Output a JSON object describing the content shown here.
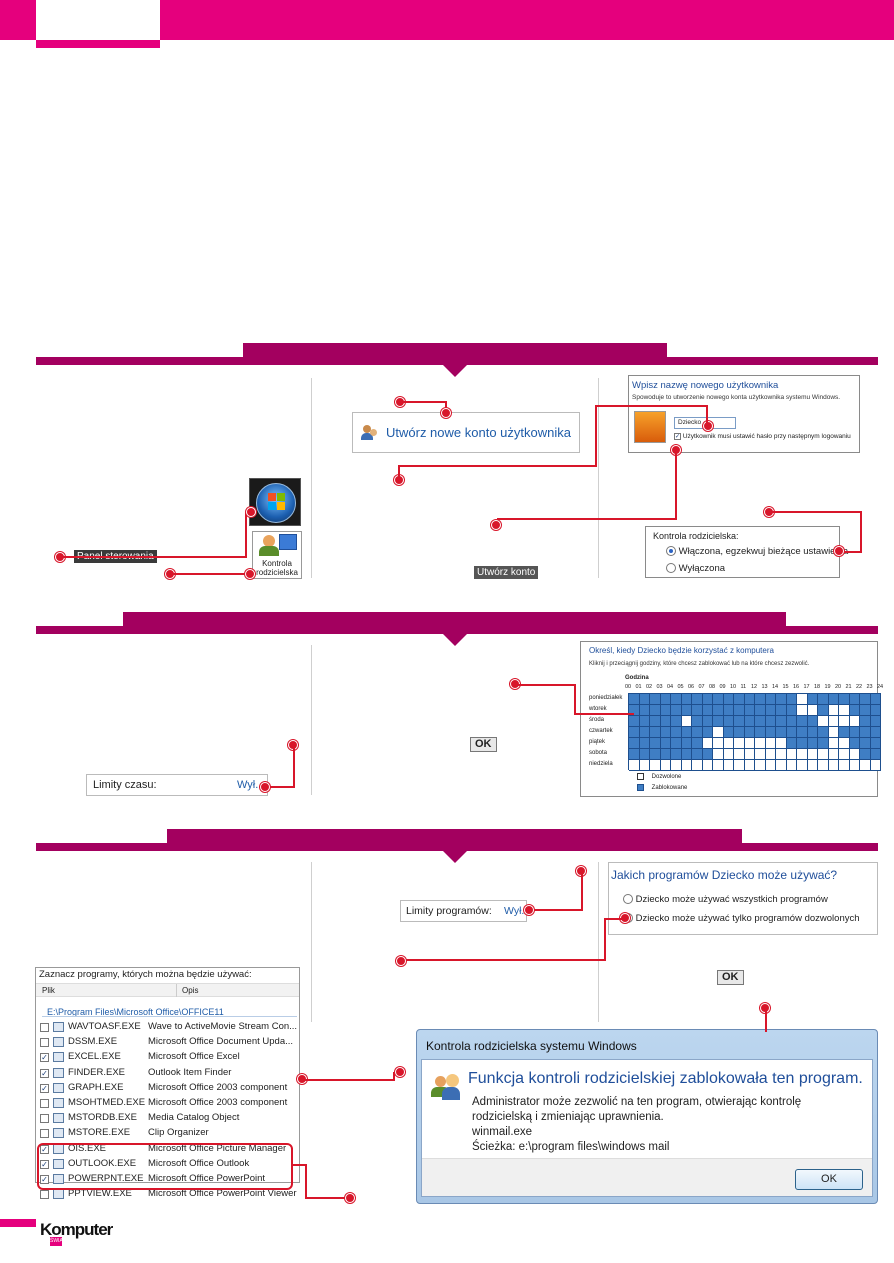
{
  "colors": {
    "magenta": "#e5007d",
    "section_band": "#a3005f",
    "callout_red": "#d8162a",
    "win_blue": "#2e6fb6"
  },
  "section1": {
    "control_panel_label": "Panel sterowania",
    "parental_icon_label_1": "Kontrola",
    "parental_icon_label_2": "rodzicielska",
    "create_account_link": "Utwórz nowe konto użytkownika",
    "new_user_title": "Wpisz nazwę nowego użytkownika",
    "new_user_subtitle": "Spowoduje to utworzenie nowego konta użytkownika systemu Windows.",
    "new_user_name_value": "Dziecko",
    "password_checkbox_label": "Użytkownik musi ustawić hasło przy następnym logowaniu",
    "create_account_button": "Utwórz konto",
    "parental_control_heading": "Kontrola rodzicielska:",
    "option_on": "Włączona, egzekwuj bieżące ustawienia",
    "option_off": "Wyłączona"
  },
  "section2": {
    "time_limits_label": "Limity czasu:",
    "time_limits_value": "Wył.",
    "ok_button": "OK",
    "schedule_title": "Określ, kiedy Dziecko będzie korzystać z komputera",
    "schedule_subtitle": "Kliknij i przeciągnij godziny, które chcesz zablokować lub na które chcesz zezwolić.",
    "hour_heading": "Godzina",
    "hours": [
      "00",
      "01",
      "02",
      "03",
      "04",
      "05",
      "06",
      "07",
      "08",
      "09",
      "10",
      "11",
      "12",
      "13",
      "14",
      "15",
      "16",
      "17",
      "18",
      "19",
      "20",
      "21",
      "22",
      "23",
      "24"
    ],
    "days": [
      "poniedziałek",
      "wtorek",
      "środa",
      "czwartek",
      "piątek",
      "sobota",
      "niedziela"
    ],
    "schedule_blocked": [
      [
        1,
        1,
        1,
        1,
        1,
        1,
        1,
        1,
        1,
        1,
        1,
        1,
        1,
        1,
        1,
        1,
        0,
        1,
        1,
        1,
        1,
        1,
        1,
        1
      ],
      [
        1,
        1,
        1,
        1,
        1,
        1,
        1,
        1,
        1,
        1,
        1,
        1,
        1,
        1,
        1,
        1,
        0,
        0,
        1,
        0,
        0,
        1,
        1,
        1
      ],
      [
        1,
        1,
        1,
        1,
        1,
        0,
        1,
        1,
        1,
        1,
        1,
        1,
        1,
        1,
        1,
        1,
        1,
        1,
        0,
        0,
        0,
        0,
        1,
        1
      ],
      [
        1,
        1,
        1,
        1,
        1,
        1,
        1,
        1,
        0,
        1,
        1,
        1,
        1,
        1,
        1,
        1,
        1,
        1,
        1,
        0,
        1,
        1,
        1,
        1
      ],
      [
        1,
        1,
        1,
        1,
        1,
        1,
        1,
        0,
        0,
        0,
        0,
        0,
        0,
        0,
        0,
        1,
        1,
        1,
        1,
        0,
        0,
        1,
        1,
        1
      ],
      [
        1,
        1,
        1,
        1,
        1,
        1,
        1,
        1,
        0,
        0,
        0,
        0,
        0,
        0,
        0,
        0,
        0,
        0,
        0,
        0,
        0,
        0,
        1,
        1
      ],
      [
        0,
        0,
        0,
        0,
        0,
        0,
        0,
        0,
        0,
        0,
        0,
        0,
        0,
        0,
        0,
        0,
        0,
        0,
        0,
        0,
        0,
        0,
        0,
        0
      ]
    ],
    "legend_allowed": "Dozwolone",
    "legend_blocked": "Zablokowane"
  },
  "section3": {
    "program_limits_label": "Limity programów:",
    "program_limits_value": "Wył.",
    "which_programs_title": "Jakich programów Dziecko może używać?",
    "option_all": "Dziecko może używać wszystkich programów",
    "option_allowed": "Dziecko może używać tylko programów dozwolonych",
    "ok_button": "OK",
    "list_title": "Zaznacz programy, których można będzie używać:",
    "col_file": "Plik",
    "col_desc": "Opis",
    "folder": "E:\\Program Files\\Microsoft Office\\OFFICE11",
    "programs": [
      {
        "file": "WAVTOASF.EXE",
        "desc": "Wave to ActiveMovie Stream Con...",
        "checked": false
      },
      {
        "file": "DSSM.EXE",
        "desc": "Microsoft Office Document Upda...",
        "checked": false
      },
      {
        "file": "EXCEL.EXE",
        "desc": "Microsoft Office Excel",
        "checked": true
      },
      {
        "file": "FINDER.EXE",
        "desc": "Outlook Item Finder",
        "checked": true
      },
      {
        "file": "GRAPH.EXE",
        "desc": "Microsoft Office 2003 component",
        "checked": true
      },
      {
        "file": "MSOHTMED.EXE",
        "desc": "Microsoft Office 2003 component",
        "checked": false
      },
      {
        "file": "MSTORDB.EXE",
        "desc": "Media Catalog Object",
        "checked": false
      },
      {
        "file": "MSTORE.EXE",
        "desc": "Clip Organizer",
        "checked": false
      },
      {
        "file": "OIS.EXE",
        "desc": "Microsoft Office Picture Manager",
        "checked": true
      },
      {
        "file": "OUTLOOK.EXE",
        "desc": "Microsoft Office Outlook",
        "checked": true
      },
      {
        "file": "POWERPNT.EXE",
        "desc": "Microsoft Office PowerPoint",
        "checked": true
      },
      {
        "file": "PPTVIEW.EXE",
        "desc": "Microsoft Office PowerPoint Viewer",
        "checked": false
      }
    ],
    "block_dialog_title": "Kontrola rodzicielska systemu Windows",
    "block_heading": "Funkcja kontroli rodzicielskiej zablokowała ten program.",
    "block_text_1": "Administrator może zezwolić na ten program, otwierając kontrolę",
    "block_text_2": "rodzicielską i zmieniając uprawnienia.",
    "block_program": "winmail.exe",
    "block_path": "Ścieżka: e:\\program files\\windows mail",
    "block_ok": "OK"
  },
  "footer": {
    "logo_text": "Komputer",
    "logo_badge": "ŚWIAT"
  }
}
